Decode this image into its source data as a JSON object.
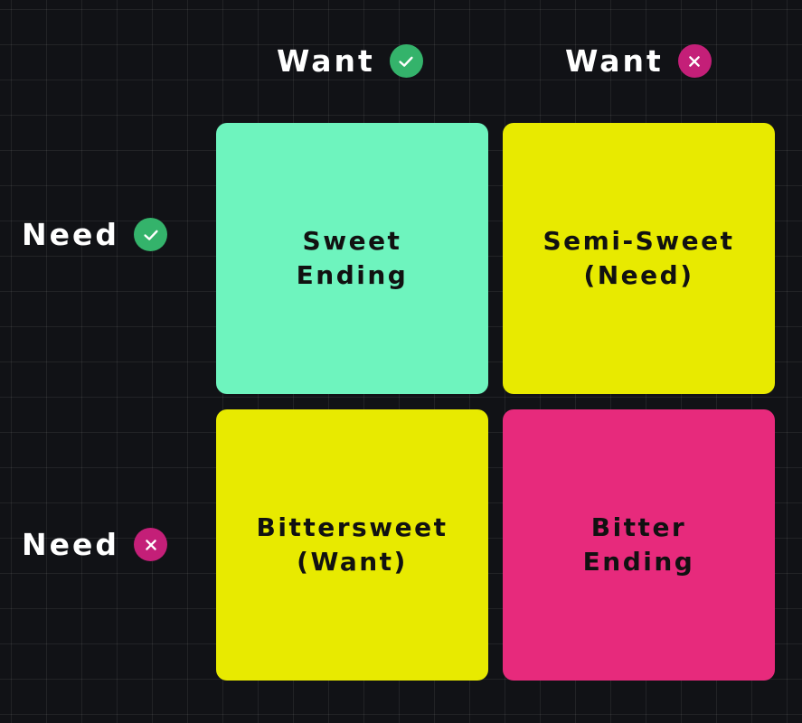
{
  "columns": [
    {
      "label": "Want",
      "icon": "check-icon",
      "icon_color": "#34b36b"
    },
    {
      "label": "Want",
      "icon": "x-icon",
      "icon_color": "#c41f78"
    }
  ],
  "rows": [
    {
      "label": "Need",
      "icon": "check-icon",
      "icon_color": "#34b36b"
    },
    {
      "label": "Need",
      "icon": "x-icon",
      "icon_color": "#c41f78"
    }
  ],
  "cells": [
    {
      "text": "Sweet\nEnding",
      "color": "#6ef4be"
    },
    {
      "text": "Semi-Sweet\n(Need)",
      "color": "#e8ea00"
    },
    {
      "text": "Bittersweet\n(Want)",
      "color": "#e8ea00"
    },
    {
      "text": "Bitter\nEnding",
      "color": "#e72a7c"
    }
  ],
  "colors": {
    "background": "#111216",
    "grid": "#2a2b30",
    "label_text": "#ffffff",
    "cell_text": "#111111"
  }
}
